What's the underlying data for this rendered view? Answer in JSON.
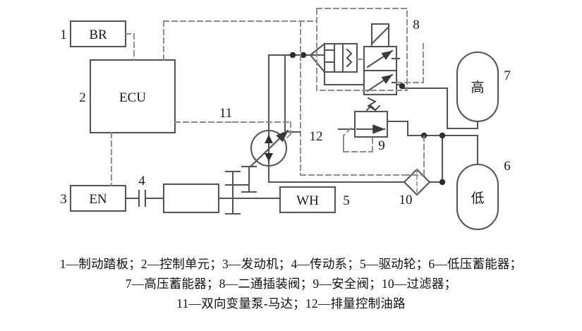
{
  "figure": {
    "title": "Hydraulic hybrid powertrain schematic",
    "blocks": {
      "brake_pedal": "BR",
      "control_unit": "ECU",
      "engine": "EN",
      "wheel": "WH",
      "transmission": "",
      "high_pressure_accumulator": "高",
      "low_pressure_accumulator": "低"
    },
    "callouts": {
      "n1": "1",
      "n2": "2",
      "n3": "3",
      "n4": "4",
      "n5": "5",
      "n6": "6",
      "n7": "7",
      "n8": "8",
      "n9": "9",
      "n10": "10",
      "n11": "11",
      "n12": "12"
    }
  },
  "caption": {
    "lines": [
      "1—制动踏板；2—控制单元；3—发动机；4—传动系；5—驱动轮；6—低压蓄能器；",
      "7—高压蓄能器；8—二通插装阀；9—安全阀；10—过滤器；",
      "11—双向变量泵-马达；12—排量控制油路"
    ]
  },
  "style": {
    "line_color": "#555555",
    "dash_color": "#8a8a8a",
    "text_color": "#1a1a1a",
    "background": "#ffffff"
  }
}
